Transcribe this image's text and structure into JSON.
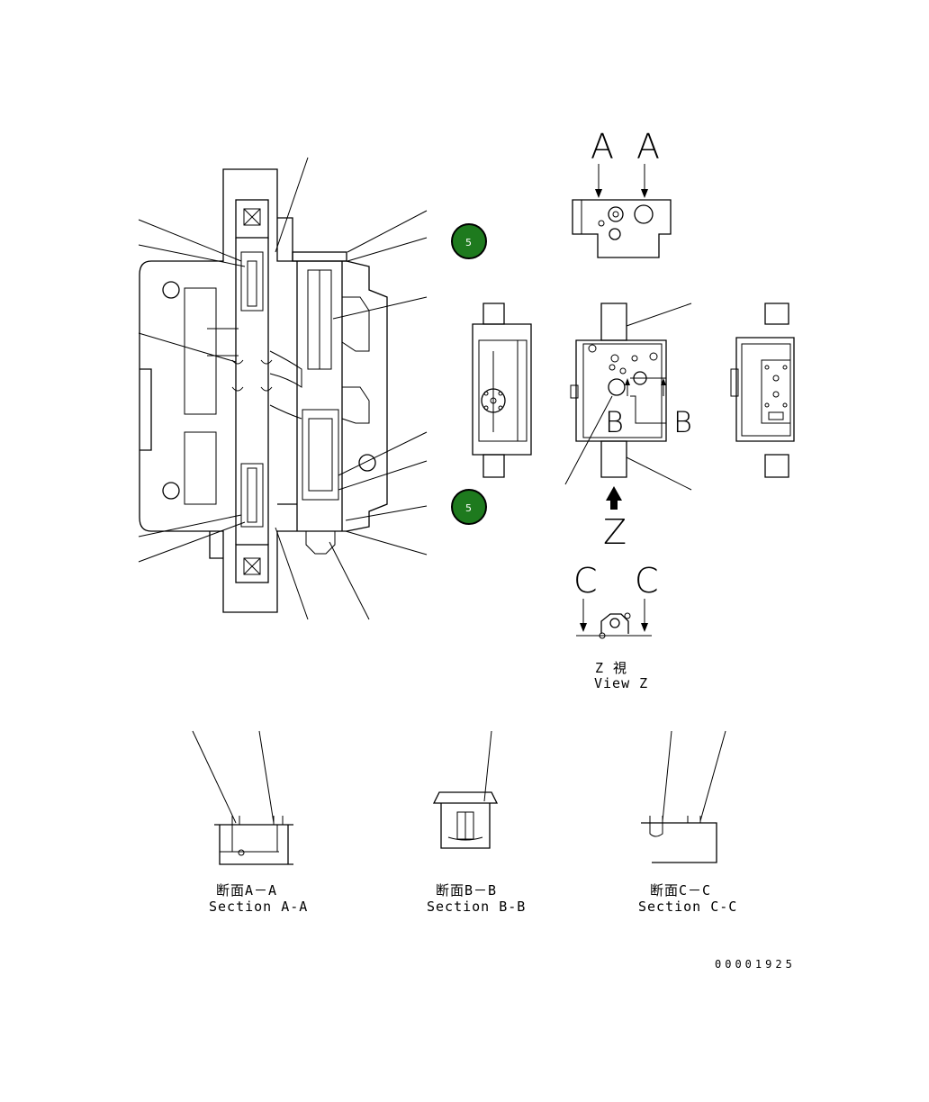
{
  "markers": {
    "section_a": "A",
    "section_b": "B",
    "section_c": "C",
    "view_z": "Z"
  },
  "badges": {
    "upper": "5",
    "lower": "5"
  },
  "captions": {
    "view_z_jp": "Z 視",
    "view_z_en": "View Z",
    "section_aa_jp": "断面A－A",
    "section_aa_en": "Section A-A",
    "section_bb_jp": "断面B－B",
    "section_bb_en": "Section B-B",
    "section_cc_jp": "断面C－C",
    "section_cc_en": "Section C-C"
  },
  "drawing_number": "00001925",
  "colors": {
    "badge_fill": "#1e7a1e",
    "badge_ring": "#000000",
    "line": "#000000"
  }
}
